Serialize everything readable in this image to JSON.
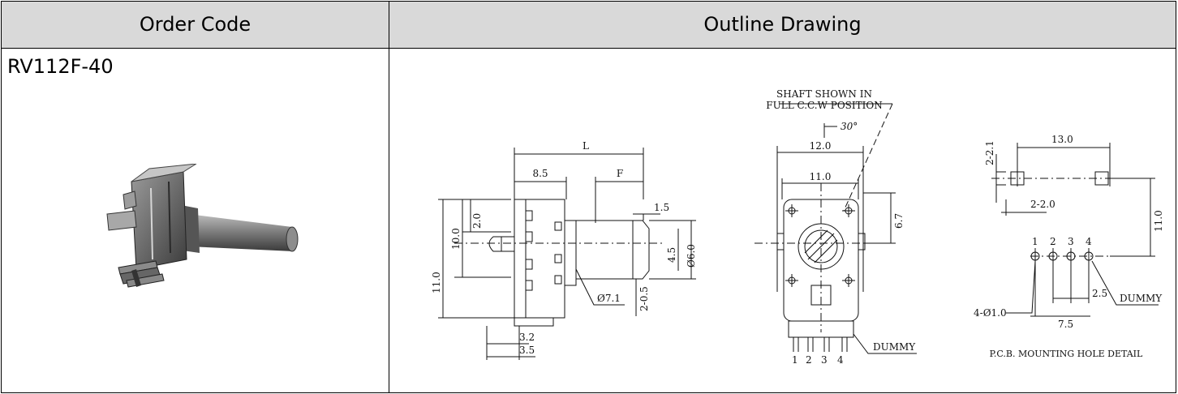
{
  "table": {
    "headers": {
      "order_code": "Order Code",
      "outline_drawing": "Outline Drawing"
    },
    "row": {
      "order_code": "RV112F-40"
    }
  },
  "drawing": {
    "side_view": {
      "dims": {
        "L": "L",
        "d8_5": "8.5",
        "F": "F",
        "d1_5": "1.5",
        "d2_0": "2.0",
        "d10_0": "10.0",
        "d11_0": "11.0",
        "d4_5": "4.5",
        "d6_0": "Ø6.0",
        "d2_0_5": "2-0.5",
        "d7_1": "Ø7.1",
        "d3_2": "3.2",
        "d3_5": "3.5"
      }
    },
    "front_view": {
      "note_line1": "SHAFT SHOWN IN",
      "note_line2": "FULL C.C.W POSITION",
      "angle": "30°",
      "d12_0": "12.0",
      "d11_0": "11.0",
      "d6_7": "6.7",
      "pins": [
        "1",
        "2",
        "3",
        "4"
      ],
      "dummy": "DUMMY"
    },
    "pcb_view": {
      "d13_0": "13.0",
      "d2_2_1": "2-2.1",
      "d2_2_0": "2-2.0",
      "d11_0": "11.0",
      "pins": [
        "1",
        "2",
        "3",
        "4"
      ],
      "d4_1_0": "4-Ø1.0",
      "d7_5": "7.5",
      "d2_5": "2.5",
      "dummy": "DUMMY",
      "caption": "P.C.B. MOUNTING HOLE DETAIL"
    }
  }
}
